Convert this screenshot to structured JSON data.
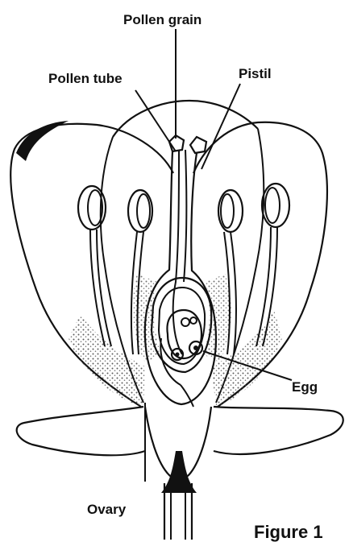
{
  "labels": {
    "pollen_grain": "Pollen grain",
    "pollen_tube": "Pollen tube",
    "pistil": "Pistil",
    "egg": "Egg",
    "ovary": "Ovary"
  },
  "caption": "Figure 1",
  "colors": {
    "ink": "#111111",
    "paper": "#ffffff",
    "stipple": "#3a3a3a"
  }
}
